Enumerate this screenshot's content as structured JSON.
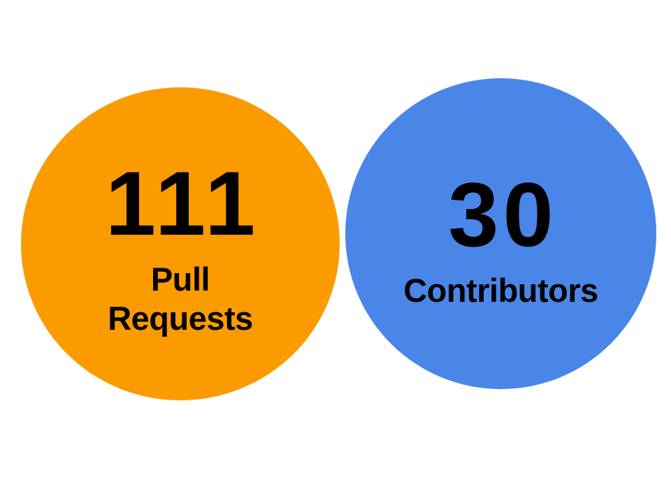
{
  "page": {
    "background_color": "#FFFFFF",
    "text_color": "#000000"
  },
  "chart_data": {
    "type": "bubble",
    "categories": [
      "Pull Requests",
      "Contributors"
    ],
    "values": [
      111,
      30
    ],
    "colors": [
      "#FB9B00",
      "#4A86E8"
    ],
    "title": "",
    "legend_position": "none",
    "layout": "two equal circles side by side, value above label inside each circle"
  },
  "circles": [
    {
      "value": "111",
      "label": "Pull Requests",
      "label_lines": [
        "Pull",
        "Requests"
      ],
      "color": "#FB9B00"
    },
    {
      "value": "30",
      "label": "Contributors",
      "label_lines": [
        "Contributors"
      ],
      "color": "#4A86E8"
    }
  ]
}
